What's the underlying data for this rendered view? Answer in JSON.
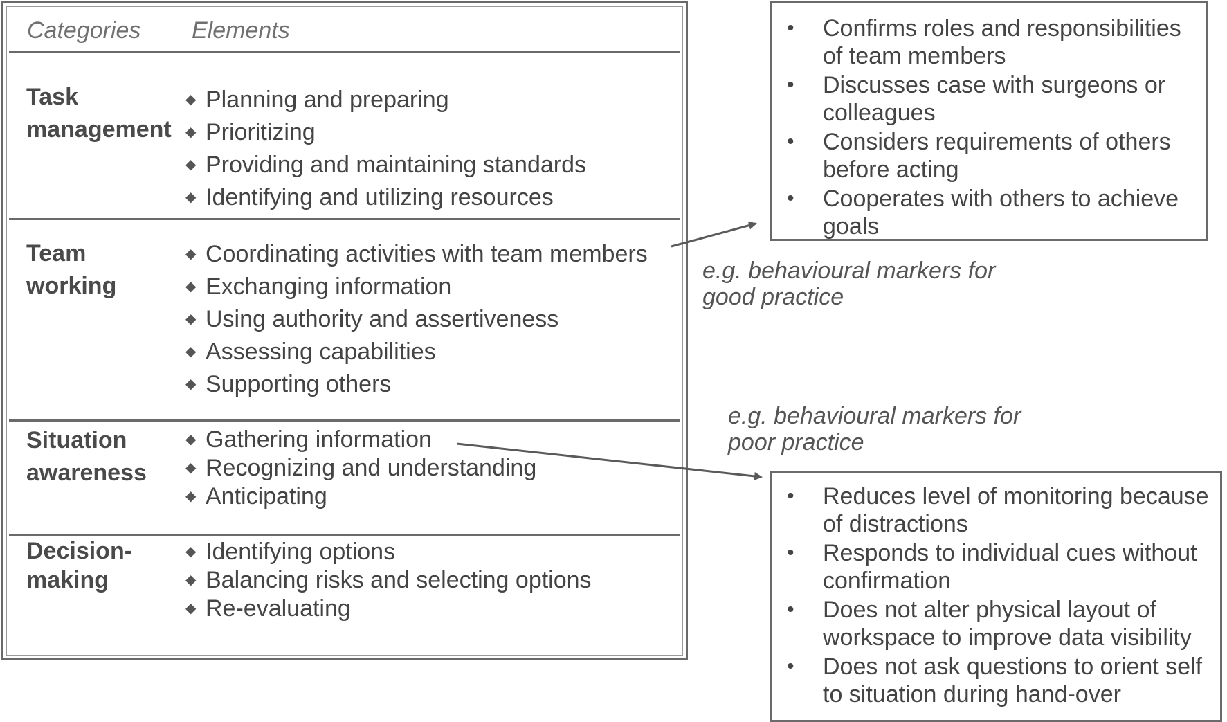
{
  "table": {
    "header": {
      "categories": "Categories",
      "elements": "Elements"
    },
    "sections": [
      {
        "category_lines": [
          "Task",
          "management"
        ],
        "elements": [
          "Planning and preparing",
          "Prioritizing",
          "Providing and maintaining standards",
          "Identifying and utilizing resources"
        ]
      },
      {
        "category_lines": [
          "Team",
          "working"
        ],
        "elements": [
          "Coordinating activities with team members",
          "Exchanging information",
          "Using authority and assertiveness",
          "Assessing capabilities",
          "Supporting others"
        ]
      },
      {
        "category_lines": [
          "Situation",
          "awareness"
        ],
        "elements": [
          "Gathering information",
          "Recognizing and understanding",
          "Anticipating"
        ]
      },
      {
        "category_lines": [
          "Decision-",
          "making"
        ],
        "elements": [
          "Identifying options",
          "Balancing risks and selecting options",
          "Re-evaluating"
        ]
      }
    ]
  },
  "good_practice": {
    "caption_lines": [
      "e.g.  behavioural markers for",
      "good practice"
    ],
    "items": [
      [
        "Confirms roles and responsibilities",
        "of team members"
      ],
      [
        "Discusses case with surgeons or",
        "colleagues"
      ],
      [
        "Considers requirements of others",
        "before acting"
      ],
      [
        "Cooperates with others to achieve",
        "goals"
      ]
    ]
  },
  "poor_practice": {
    "caption_lines": [
      "e.g.  behavioural markers for",
      "poor practice"
    ],
    "items": [
      [
        "Reduces level of monitoring because",
        "of distractions"
      ],
      [
        "Responds to individual cues without",
        "confirmation"
      ],
      [
        "Does not alter physical layout of",
        "workspace to improve data visibility"
      ],
      [
        "Does not ask questions to orient self",
        "to situation during hand-over"
      ]
    ]
  },
  "colors": {
    "border": "#6a6a6a",
    "text": "#444444",
    "arrow": "#5a5a5a"
  }
}
